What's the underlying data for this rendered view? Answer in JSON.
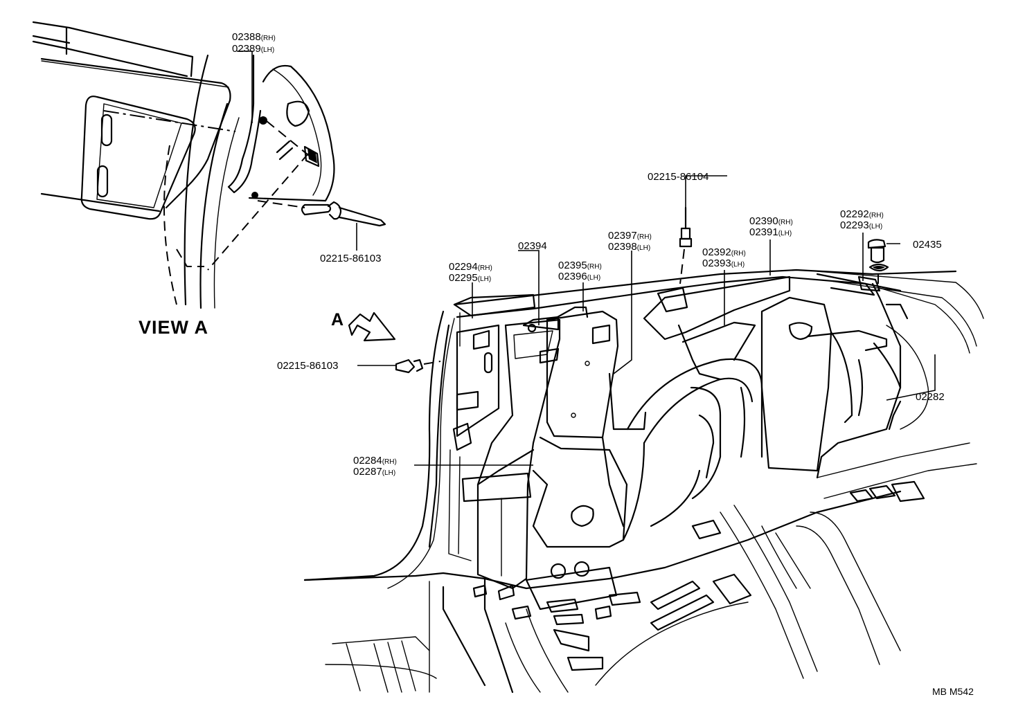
{
  "view_label": "VIEW   A",
  "arrow_label": "A",
  "drawing_ref": "MB M542",
  "callouts": {
    "c02388": {
      "code": "02388",
      "side": "(RH)"
    },
    "c02389": {
      "code": "02389",
      "side": "(LH)"
    },
    "c86103_view": {
      "code": "02215-86103"
    },
    "c86104": {
      "code": "02215-86104"
    },
    "c02292": {
      "code": "02292",
      "side": "(RH)"
    },
    "c02293": {
      "code": "02293",
      "side": "(LH)"
    },
    "c02390": {
      "code": "02390",
      "side": "(RH)"
    },
    "c02391": {
      "code": "02391",
      "side": "(LH)"
    },
    "c02435": {
      "code": "02435"
    },
    "c02397": {
      "code": "02397",
      "side": "(RH)"
    },
    "c02398": {
      "code": "02398",
      "side": "(LH)"
    },
    "c02392": {
      "code": "02392",
      "side": "(RH)"
    },
    "c02393": {
      "code": "02393",
      "side": "(LH)"
    },
    "c02394": {
      "code": "02394"
    },
    "c02395": {
      "code": "02395",
      "side": "(RH)"
    },
    "c02396": {
      "code": "02396",
      "side": "(LH)"
    },
    "c02294": {
      "code": "02294",
      "side": "(RH)"
    },
    "c02295": {
      "code": "02295",
      "side": "(LH)"
    },
    "c86103_main": {
      "code": "02215-86103"
    },
    "c02282": {
      "code": "02282"
    },
    "c02284": {
      "code": "02284",
      "side": "(RH)"
    },
    "c02287": {
      "code": "02287",
      "side": "(LH)"
    }
  }
}
